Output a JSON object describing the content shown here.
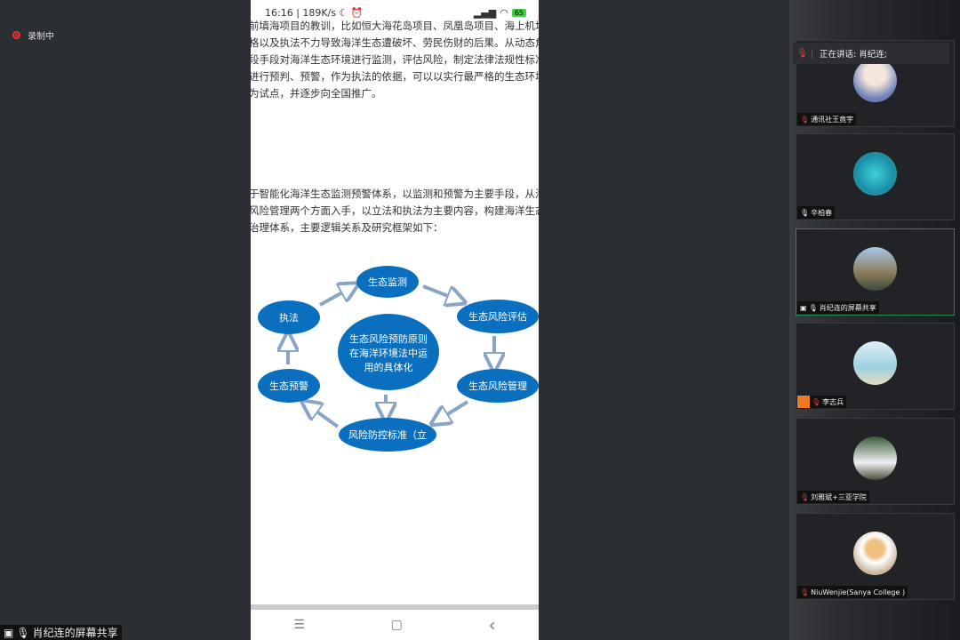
{
  "recording": {
    "label": "录制中"
  },
  "screen_share_label": "肖纪连的屏幕共享",
  "phone": {
    "status": {
      "time": "16:16",
      "speed": "189K/s",
      "battery": "65"
    },
    "para1": [
      "前填海项目的教训，比如恒大海花岛项目、凤凰岛项目、海上机场项目",
      "格以及执法不力导致海洋生态遭破坏、劳民伤财的后果。从动态角度入",
      "段手段对海洋生态环境进行监测，评估风险，制定法律法规性标准，依",
      "进行预判、预警，作为执法的依据，可以以实行最严格的生态环境保护",
      "为试点，并逐步向全国推广。"
    ],
    "para2": [
      "于智能化海洋生态监测预警体系，以监测和预警为主要手段，从海洋生",
      "风险管理两个方面入手，以立法和执法为主要内容，构建海洋生态风险",
      "治理体系，主要逻辑关系及研究框架如下："
    ],
    "diagram": {
      "center": [
        "生态风险预防原则",
        "在海洋环境法中运",
        "用的具体化"
      ],
      "monitor": "生态监测",
      "assess": "生态风险评估",
      "manage": "生态风险管理",
      "standard": "风险防控标准（立",
      "warn": "生态预警",
      "enforce": "执法"
    },
    "nav": {
      "menu": "☰",
      "home": "▢",
      "back": "‹"
    }
  },
  "speaking": {
    "label": "正在讲话: 肖纪连;"
  },
  "participants": [
    {
      "name": "通讯社王竟宇"
    },
    {
      "name": "辛柏春"
    },
    {
      "name": "肖纪连的屏幕共享"
    },
    {
      "name": "李志兵"
    },
    {
      "name": "刘雅斌+三亚学院"
    },
    {
      "name": "NiuWenjie(Sanya College )"
    }
  ]
}
